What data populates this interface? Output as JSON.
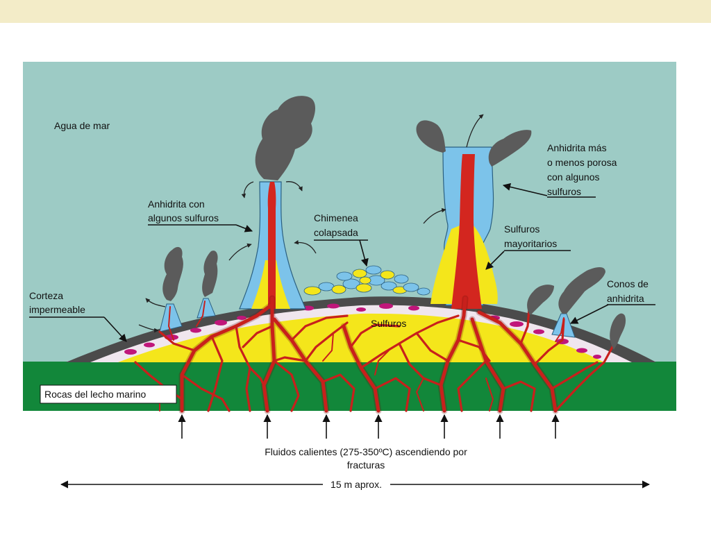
{
  "colors": {
    "top_band": "#f3ecc8",
    "sea": "#9dcbc5",
    "seabed": "#12873a",
    "sulfide": "#f4e61b",
    "anhydrite": "#7cc3ea",
    "fluid": "#d3261f",
    "crust": "#4b4b4b",
    "smoke": "#5b5b5b",
    "inclusions": "#c0167a"
  },
  "labels": {
    "agua_de_mar": "Agua de mar",
    "anhidrita_con_1": "Anhidrita con",
    "anhidrita_con_2": "algunos sulfuros",
    "chimenea_1": "Chimenea",
    "chimenea_2": "colapsada",
    "anhidrita_mas_1": "Anhidrita más",
    "anhidrita_mas_2": "o menos porosa",
    "anhidrita_mas_3": "con algunos",
    "anhidrita_mas_4": "sulfuros",
    "sulfuros_may_1": "Sulfuros",
    "sulfuros_may_2": "mayoritarios",
    "corteza_1": "Corteza",
    "corteza_2": "impermeable",
    "conos_1": "Conos de",
    "conos_2": "anhidrita",
    "sulfuros": "Sulfuros",
    "rocas": "Rocas del lecho marino",
    "fluidos_1": "Fluidos calientes (275-350ºC) ascendiendo por",
    "fluidos_2": "fracturas",
    "scale": "15 m aprox."
  }
}
